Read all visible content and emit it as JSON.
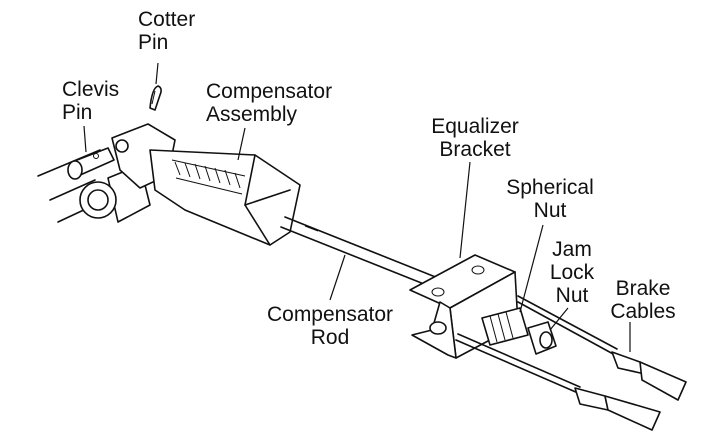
{
  "labels": {
    "cotter_pin": [
      "Cotter",
      "Pin"
    ],
    "clevis_pin": [
      "Clevis",
      "Pin"
    ],
    "compensator_assembly": [
      "Compensator",
      "Assembly"
    ],
    "equalizer_bracket": [
      "Equalizer",
      "Bracket"
    ],
    "spherical_nut": [
      "Spherical",
      "Nut"
    ],
    "jam_lock_nut": [
      "Jam",
      "Lock",
      "Nut"
    ],
    "brake_cables": [
      "Brake",
      "Cables"
    ],
    "compensator_rod": [
      "Compensator",
      "Rod"
    ]
  }
}
